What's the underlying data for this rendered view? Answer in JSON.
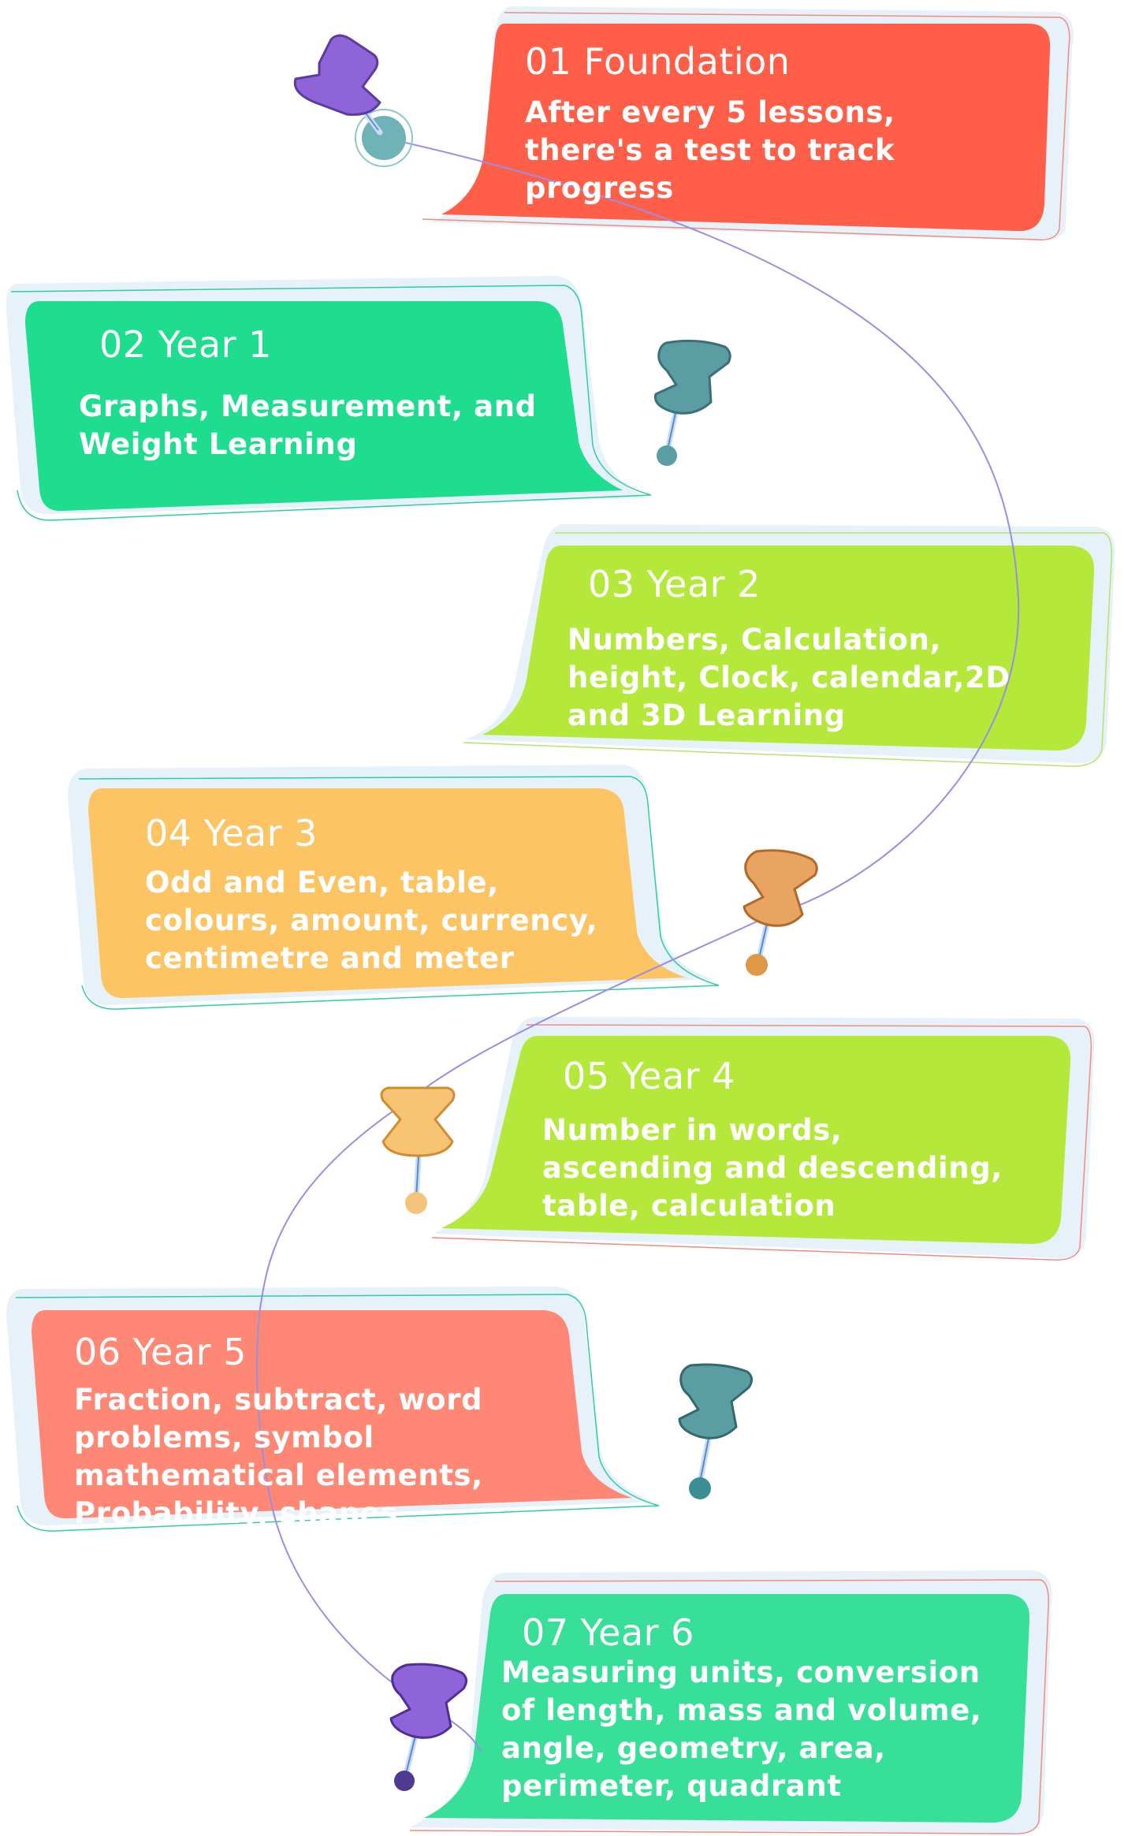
{
  "steps": [
    {
      "title": "01 Foundation",
      "desc": "After every 5 lessons, there's a test to track progress",
      "color": "#FF5E48"
    },
    {
      "title": "02  Year 1",
      "desc": "Graphs, Measurement, and Weight Learning",
      "color": "#1EDD8E"
    },
    {
      "title": "03  Year 2",
      "desc": "Numbers, Calculation, height, Clock, calendar,2D and 3D Learning",
      "color": "#B4E83A"
    },
    {
      "title": "04  Year 3",
      "desc": "Odd and Even, table, colours, amount, currency, centimetre and meter",
      "color": "#FCC463"
    },
    {
      "title": "05  Year 4",
      "desc": "Number in words, ascending and descending, table, calculation",
      "color": "#B4E83A"
    },
    {
      "title": "06  Year 5",
      "desc": "Fraction, subtract, word problems, symbol mathematical elements, Probability, shapes",
      "color": "#FF8776"
    },
    {
      "title": "07  Year 6",
      "desc": "Measuring units, conversion of length, mass and volume, angle, geometry, area, perimeter, quadrant",
      "color": "#37DF98"
    }
  ],
  "pin_colors": {
    "purple": "#8E64D8",
    "teal": "#5A9EA3",
    "orange": "#E8A460",
    "gold": "#F6C473"
  },
  "line_color": "#9B8CE6"
}
